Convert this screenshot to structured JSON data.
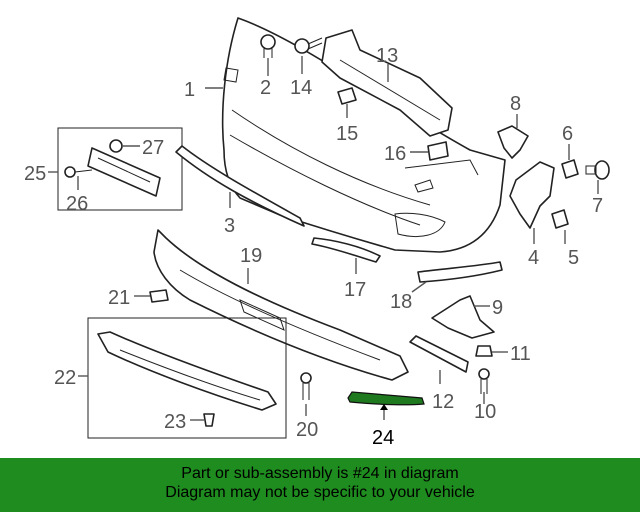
{
  "callouts": {
    "c1": "1",
    "c2": "2",
    "c3": "3",
    "c4": "4",
    "c5": "5",
    "c6": "6",
    "c7": "7",
    "c8": "8",
    "c9": "9",
    "c10": "10",
    "c11": "11",
    "c12": "12",
    "c13": "13",
    "c14": "14",
    "c15": "15",
    "c16": "16",
    "c17": "17",
    "c18": "18",
    "c19": "19",
    "c20": "20",
    "c21": "21",
    "c22": "22",
    "c23": "23",
    "c24": "24",
    "c25": "25",
    "c26": "26",
    "c27": "27"
  },
  "highlight_color": "#1f7a1f",
  "banner": {
    "color": "#1e8c1e",
    "line1": "Part or sub-assembly is #24 in diagram",
    "line2": "Diagram may not be specific to your vehicle"
  }
}
